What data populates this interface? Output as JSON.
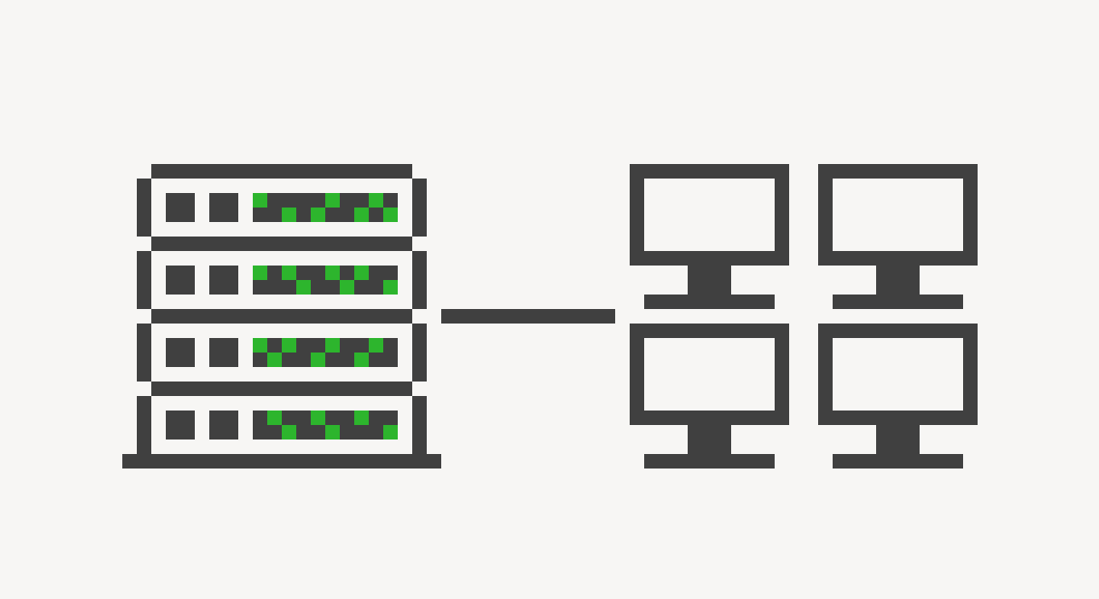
{
  "diagram": {
    "type": "network-topology",
    "server_rack": {
      "icon": "server-rack-icon",
      "unit_count": 4,
      "units": [
        {
          "led_pattern_top": [
            1,
            0,
            0,
            0,
            1,
            0,
            0,
            1,
            0,
            0,
            0,
            0,
            0,
            1,
            0,
            0,
            0,
            0,
            0,
            0,
            0,
            0,
            0,
            0,
            0,
            0,
            0,
            0,
            0,
            0,
            0,
            0,
            0,
            0,
            0,
            0,
            0,
            0,
            0,
            0,
            0,
            0,
            0,
            0,
            0,
            0,
            0,
            0,
            0,
            0
          ],
          "lit_leds": [
            "1a",
            "1b",
            "1c",
            "1d",
            "1e",
            "1f",
            "1g"
          ]
        },
        {
          "lit_leds": [
            "2a",
            "2b",
            "2c",
            "2d",
            "2e",
            "2f",
            "2g"
          ]
        },
        {
          "lit_leds": [
            "3a",
            "3b",
            "3c",
            "3d",
            "3e",
            "3f",
            "3g",
            "3h"
          ]
        },
        {
          "lit_leds": [
            "4a",
            "4b",
            "4c",
            "4d",
            "4e",
            "4f",
            "4g"
          ]
        }
      ]
    },
    "connection": {
      "icon": "network-link-line"
    },
    "clients": {
      "icon": "monitor-icon",
      "count": 4,
      "layout": "2x2 grid"
    },
    "colors": {
      "background": "#f7f6f4",
      "ink": "#404040",
      "led_active": "#2db52d"
    }
  }
}
